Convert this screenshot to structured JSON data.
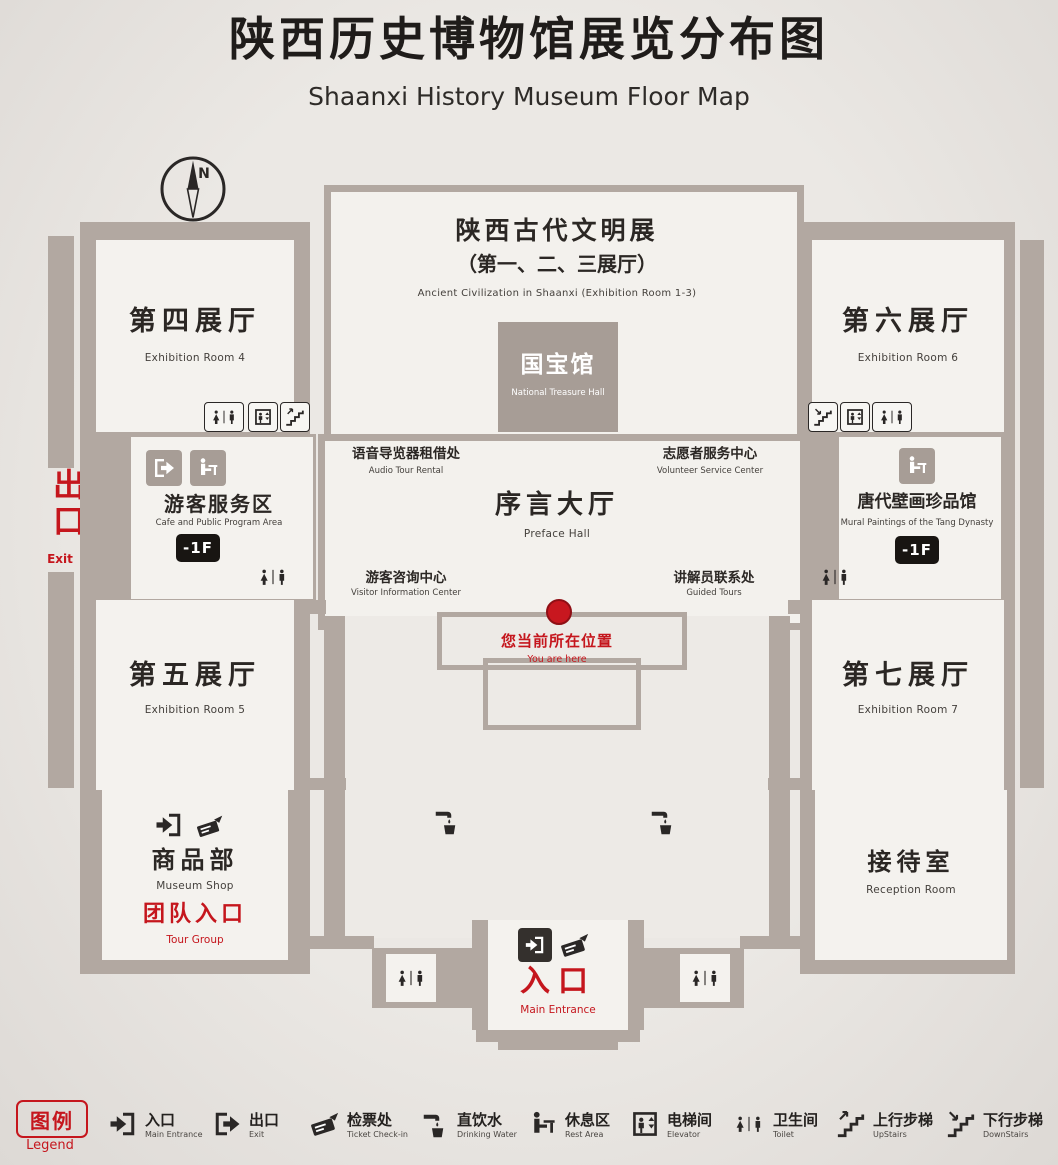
{
  "colors": {
    "red": "#c5161d",
    "wall": "#b2a8a1",
    "room": "#f4f2ee",
    "background": "#e9e6e2",
    "text": "#2b2724"
  },
  "title": {
    "zh": "陕西历史博物馆展览分布图",
    "en": "Shaanxi History Museum Floor Map"
  },
  "compass": {
    "n": "N"
  },
  "center": {
    "ancient": {
      "zh1": "陕西古代文明展",
      "zh2": "（第一、二、三展厅）",
      "en": "Ancient Civilization in Shaanxi (Exhibition Room 1-3)"
    },
    "treasure": {
      "zh": "国宝馆",
      "en": "National Treasure Hall"
    },
    "audio": {
      "zh": "语音导览器租借处",
      "en": "Audio Tour Rental"
    },
    "volunteer": {
      "zh": "志愿者服务中心",
      "en": "Volunteer Service Center"
    },
    "preface": {
      "zh": "序言大厅",
      "en": "Preface Hall"
    },
    "info": {
      "zh": "游客咨询中心",
      "en": "Visitor Information Center"
    },
    "guide": {
      "zh": "讲解员联系处",
      "en": "Guided Tours"
    },
    "here": {
      "zh": "您当前所在位置",
      "en": "You are here"
    },
    "entrance": {
      "zh": "入口",
      "en": "Main Entrance"
    }
  },
  "left_wing": {
    "room4": {
      "zh": "第四展厅",
      "en": "Exhibition Room 4"
    },
    "exit": {
      "zh": "出口",
      "en": "Exit"
    },
    "service": {
      "zh": "游客服务区",
      "en": "Cafe and Public Program Area",
      "floor": "-1F"
    },
    "room5": {
      "zh": "第五展厅",
      "en": "Exhibition Room 5"
    },
    "shop": {
      "zh": "商品部",
      "en": "Museum Shop"
    },
    "tour_group": {
      "zh": "团队入口",
      "en": "Tour Group"
    }
  },
  "right_wing": {
    "room6": {
      "zh": "第六展厅",
      "en": "Exhibition Room 6"
    },
    "mural": {
      "zh": "唐代壁画珍品馆",
      "en": "Mural Paintings of the Tang Dynasty",
      "floor": "-1F"
    },
    "room7": {
      "zh": "第七展厅",
      "en": "Exhibition Room 7"
    },
    "reception": {
      "zh": "接待室",
      "en": "Reception Room"
    }
  },
  "legend": {
    "title": {
      "zh": "图例",
      "en": "Legend"
    },
    "items": [
      {
        "icon": "main-entrance-icon",
        "zh": "入口",
        "en": "Main Entrance"
      },
      {
        "icon": "exit-icon",
        "zh": "出口",
        "en": "Exit"
      },
      {
        "icon": "ticket-check-icon",
        "zh": "检票处",
        "en": "Ticket Check-in"
      },
      {
        "icon": "drinking-water-icon",
        "zh": "直饮水",
        "en": "Drinking Water"
      },
      {
        "icon": "rest-area-icon",
        "zh": "休息区",
        "en": "Rest Area"
      },
      {
        "icon": "elevator-icon",
        "zh": "电梯间",
        "en": "Elevator"
      },
      {
        "icon": "toilet-icon",
        "zh": "卫生间",
        "en": "Toilet"
      },
      {
        "icon": "stairs-up-icon",
        "zh": "上行步梯",
        "en": "UpStairs"
      },
      {
        "icon": "stairs-down-icon",
        "zh": "下行步梯",
        "en": "DownStairs"
      }
    ]
  }
}
